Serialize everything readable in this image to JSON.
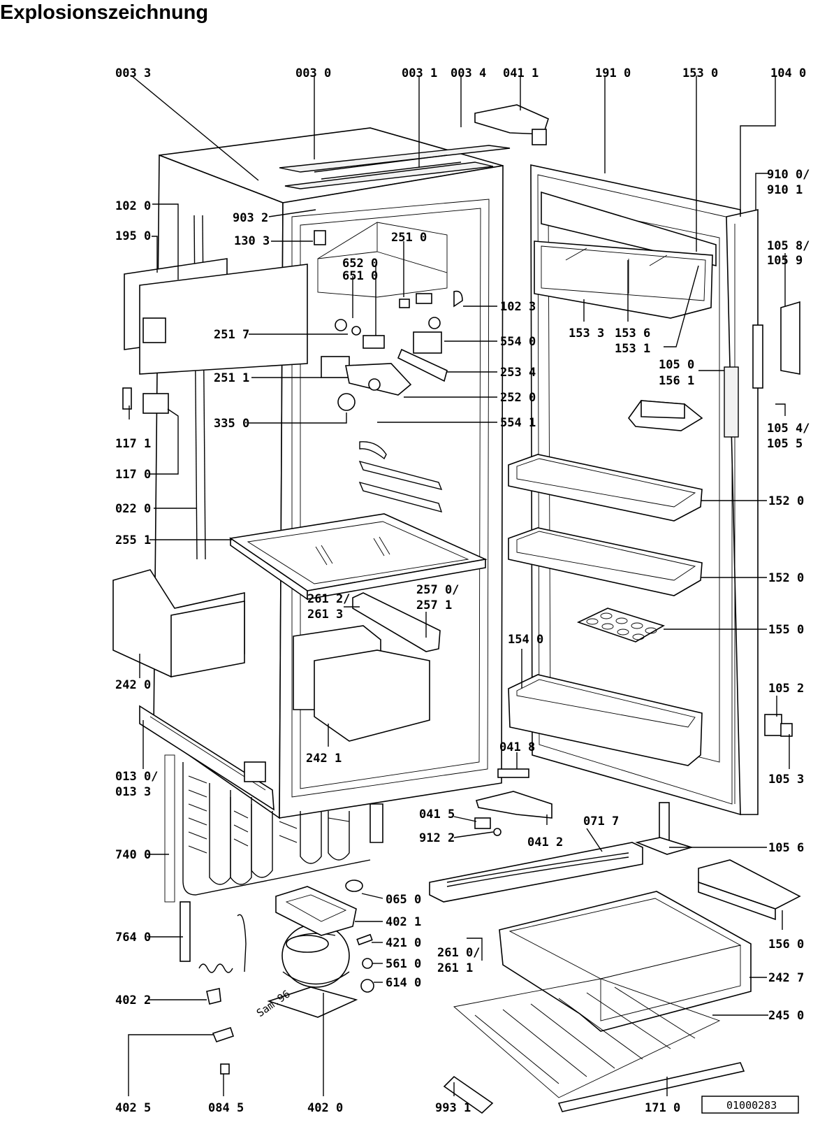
{
  "title": "Explosionszeichnung",
  "drawing_number": "01000283",
  "signature": "Sam.96",
  "labels": [
    {
      "id": "p0033",
      "text": "003 3"
    },
    {
      "id": "p0030",
      "text": "003 0"
    },
    {
      "id": "p0031",
      "text": "003 1"
    },
    {
      "id": "p0034",
      "text": "003 4"
    },
    {
      "id": "p0411",
      "text": "041 1"
    },
    {
      "id": "p1910",
      "text": "191 0"
    },
    {
      "id": "p1530",
      "text": "153 0"
    },
    {
      "id": "p1040",
      "text": "104 0"
    },
    {
      "id": "p9100",
      "text": "910 0/"
    },
    {
      "id": "p9101",
      "text": "910 1"
    },
    {
      "id": "p1020",
      "text": "102 0"
    },
    {
      "id": "p9032",
      "text": "903 2"
    },
    {
      "id": "p1950",
      "text": "195 0"
    },
    {
      "id": "p1303",
      "text": "130 3"
    },
    {
      "id": "p2510",
      "text": "251 0"
    },
    {
      "id": "p6520",
      "text": "652 0"
    },
    {
      "id": "p6510",
      "text": "651 0"
    },
    {
      "id": "p1058",
      "text": "105 8/"
    },
    {
      "id": "p1059",
      "text": "105 9"
    },
    {
      "id": "p1023",
      "text": "102 3"
    },
    {
      "id": "p2517",
      "text": "251 7"
    },
    {
      "id": "p5540",
      "text": "554 0"
    },
    {
      "id": "p1533",
      "text": "153 3"
    },
    {
      "id": "p1536",
      "text": "153 6"
    },
    {
      "id": "p1531",
      "text": "153 1"
    },
    {
      "id": "p1050",
      "text": "105 0"
    },
    {
      "id": "p1561",
      "text": "156 1"
    },
    {
      "id": "p2511",
      "text": "251 1"
    },
    {
      "id": "p2534",
      "text": "253 4"
    },
    {
      "id": "p2520",
      "text": "252 0"
    },
    {
      "id": "p1171",
      "text": "117 1"
    },
    {
      "id": "p3350",
      "text": "335 0"
    },
    {
      "id": "p5541",
      "text": "554 1"
    },
    {
      "id": "p1054",
      "text": "105 4/"
    },
    {
      "id": "p1055",
      "text": "105 5"
    },
    {
      "id": "p1170",
      "text": "117 0"
    },
    {
      "id": "p0220",
      "text": "022 0"
    },
    {
      "id": "p1520a",
      "text": "152 0"
    },
    {
      "id": "p2551",
      "text": "255 1"
    },
    {
      "id": "p1520b",
      "text": "152 0"
    },
    {
      "id": "p2570",
      "text": "257 0/"
    },
    {
      "id": "p2571",
      "text": "257 1"
    },
    {
      "id": "p2612",
      "text": "261 2/"
    },
    {
      "id": "p2613",
      "text": "261 3"
    },
    {
      "id": "p1550",
      "text": "155 0"
    },
    {
      "id": "p1540",
      "text": "154 0"
    },
    {
      "id": "p2420",
      "text": "242 0"
    },
    {
      "id": "p1052",
      "text": "105 2"
    },
    {
      "id": "p2421",
      "text": "242 1"
    },
    {
      "id": "p0418",
      "text": "041 8"
    },
    {
      "id": "p0130",
      "text": "013 0/"
    },
    {
      "id": "p0133",
      "text": "013 3"
    },
    {
      "id": "p1053",
      "text": "105 3"
    },
    {
      "id": "p0415",
      "text": "041 5"
    },
    {
      "id": "p0717",
      "text": "071 7"
    },
    {
      "id": "p9122",
      "text": "912 2"
    },
    {
      "id": "p0412",
      "text": "041 2"
    },
    {
      "id": "p7400",
      "text": "740 0"
    },
    {
      "id": "p1056",
      "text": "105 6"
    },
    {
      "id": "p0650",
      "text": "065 0"
    },
    {
      "id": "p4021",
      "text": "402 1"
    },
    {
      "id": "p7640",
      "text": "764 0"
    },
    {
      "id": "p4210",
      "text": "421 0"
    },
    {
      "id": "p5610",
      "text": "561 0"
    },
    {
      "id": "p6140",
      "text": "614 0"
    },
    {
      "id": "p1560",
      "text": "156 0"
    },
    {
      "id": "p2610",
      "text": "261 0/"
    },
    {
      "id": "p2611",
      "text": "261 1"
    },
    {
      "id": "p2427",
      "text": "242 7"
    },
    {
      "id": "p4022",
      "text": "402 2"
    },
    {
      "id": "p2450",
      "text": "245 0"
    },
    {
      "id": "p4025",
      "text": "402 5"
    },
    {
      "id": "p0845",
      "text": "084 5"
    },
    {
      "id": "p4020",
      "text": "402 0"
    },
    {
      "id": "p9931",
      "text": "993 1"
    },
    {
      "id": "p1710",
      "text": "171 0"
    }
  ]
}
